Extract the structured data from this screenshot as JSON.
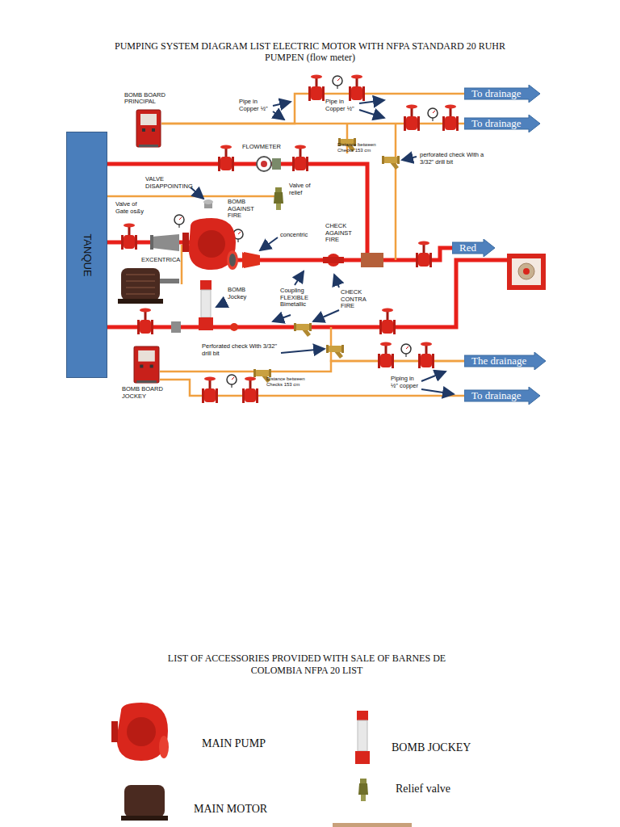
{
  "diagram": {
    "title": "PUMPING SYSTEM DIAGRAM LIST ELECTRIC MOTOR WITH NFPA STANDARD 20 RUHR PUMPEN (flow meter)",
    "nodes": [
      {
        "text": [
          "BOMB BOARD PRINCIPAL"
        ]
      },
      {
        "text": [
          "To drainage"
        ]
      },
      {
        "text": [
          "To drainage"
        ]
      },
      {
        "text": [
          "TANQUE"
        ]
      },
      {
        "text": [
          "Red"
        ]
      },
      {
        "text": [
          "The drainage"
        ]
      },
      {
        "text": [
          "To drainage"
        ]
      },
      {
        "text": [
          "BOMB BOARD JOCKEY"
        ]
      }
    ],
    "edges": [
      {
        "from": 0,
        "to": 1,
        "arrow": "none"
      },
      {
        "from": 0,
        "to": 2,
        "arrow": "none"
      },
      {
        "from": 3,
        "to": 4,
        "arrow": "none"
      },
      {
        "from": 7,
        "to": 5,
        "arrow": "none"
      },
      {
        "from": 7,
        "to": 6,
        "arrow": "none"
      }
    ],
    "labels": [
      "Pipe in Copper ½\"",
      "Pipe in Copper ½\"",
      "FLOWMETER",
      "Distance between Checks 153 cm",
      "perforated check With a 3/32\" drill bit",
      "VALVE DISAPPOINTING",
      "Valve of relief",
      "Valve of Gate os&y",
      "BOMB AGAINST FIRE",
      "concentric",
      "CHECK AGAINST FIRE",
      "EXCENTRICA",
      "BOMB Jockey",
      "Coupling FLEXIBLE Bimetallic",
      "CHECK CONTRA FIRE",
      "Perforated check With 3/32\" drill bit",
      "Distance between Checks 153 cm",
      "Piping in ½\" copper",
      "LIST OF ACCESSORIES PROVIDED WITH SALE OF BARNES DE COLOMBIA NFPA 20 LIST",
      "MAIN PUMP",
      "BOMB JOCKEY",
      "Relief valve",
      "MAIN MOTOR"
    ]
  }
}
